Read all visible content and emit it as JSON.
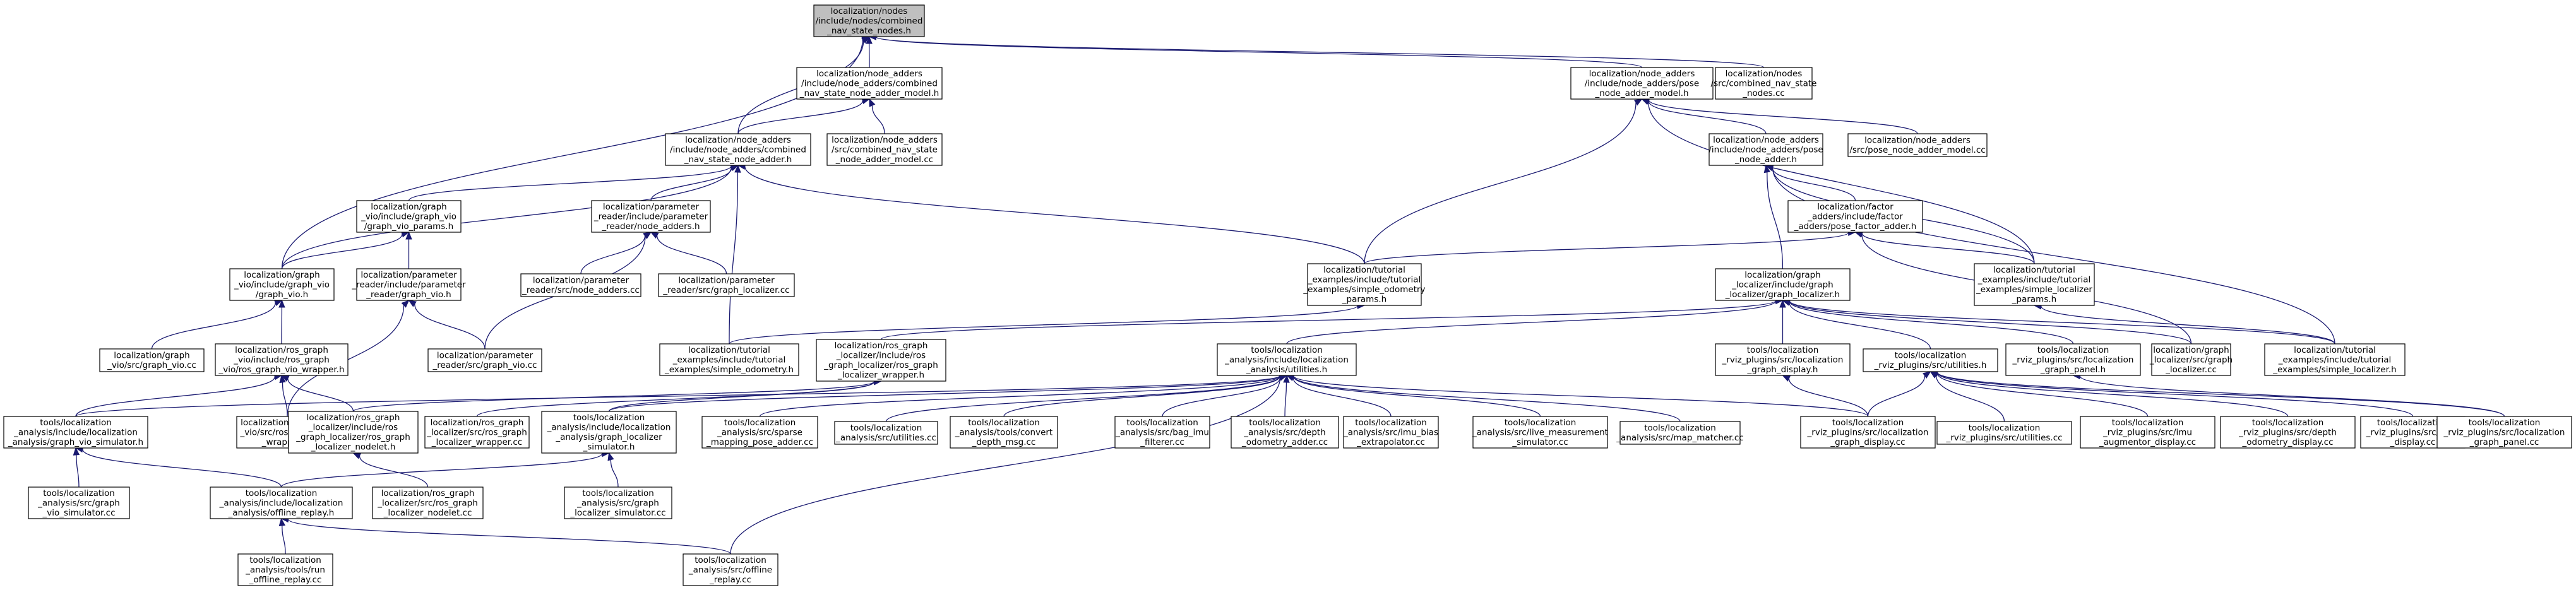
{
  "colors": {
    "node_fill": "#ffffff",
    "root_fill": "#bfbfbf",
    "node_stroke": "#000000",
    "edge": "#191970"
  },
  "nodes": [
    {
      "id": "root",
      "root": true,
      "lines": [
        "localization/nodes",
        "/include/nodes/combined",
        "_nav_state_nodes.h"
      ]
    },
    {
      "id": "cnsna_model",
      "lines": [
        "localization/node_adders",
        "/include/node_adders/combined",
        "_nav_state_node_adder_model.h"
      ]
    },
    {
      "id": "pose_na_model",
      "lines": [
        "localization/node_adders",
        "/include/node_adders/pose",
        "_node_adder_model.h"
      ]
    },
    {
      "id": "cns_nodes_cc",
      "lines": [
        "localization/nodes",
        "/src/combined_nav_state",
        "_nodes.cc"
      ]
    },
    {
      "id": "cnsna",
      "lines": [
        "localization/node_adders",
        "/include/node_adders/combined",
        "_nav_state_node_adder.h"
      ]
    },
    {
      "id": "cnsna_model_cc",
      "lines": [
        "localization/node_adders",
        "/src/combined_nav_state",
        "_node_adder_model.cc"
      ]
    },
    {
      "id": "pose_na",
      "lines": [
        "localization/node_adders",
        "/include/node_adders/pose",
        "_node_adder.h"
      ]
    },
    {
      "id": "pose_na_model_cc",
      "lines": [
        "localization/node_adders",
        "/src/pose_node_adder_model.cc"
      ]
    },
    {
      "id": "gv_params",
      "lines": [
        "localization/graph",
        "_vio/include/graph_vio",
        "/graph_vio_params.h"
      ]
    },
    {
      "id": "pr_na",
      "lines": [
        "localization/parameter",
        "_reader/include/parameter",
        "_reader/node_adders.h"
      ]
    },
    {
      "id": "pose_fa",
      "lines": [
        "localization/factor",
        "_adders/include/factor",
        "_adders/pose_factor_adder.h"
      ]
    },
    {
      "id": "graph_vio",
      "lines": [
        "localization/graph",
        "_vio/include/graph_vio",
        "/graph_vio.h"
      ]
    },
    {
      "id": "pr_gv",
      "lines": [
        "localization/parameter",
        "_reader/include/parameter",
        "_reader/graph_vio.h"
      ]
    },
    {
      "id": "pr_na_cc",
      "lines": [
        "localization/parameter",
        "_reader/src/node_adders.cc"
      ]
    },
    {
      "id": "pr_gl_cc",
      "lines": [
        "localization/parameter",
        "_reader/src/graph_localizer.cc"
      ]
    },
    {
      "id": "tut_sop",
      "lines": [
        "localization/tutorial",
        "_examples/include/tutorial",
        "_examples/simple_odometry",
        "_params.h"
      ]
    },
    {
      "id": "gl",
      "lines": [
        "localization/graph",
        "_localizer/include/graph",
        "_localizer/graph_localizer.h"
      ]
    },
    {
      "id": "tut_slp",
      "lines": [
        "localization/tutorial",
        "_examples/include/tutorial",
        "_examples/simple_localizer",
        "_params.h"
      ]
    },
    {
      "id": "gv_cc",
      "lines": [
        "localization/graph",
        "_vio/src/graph_vio.cc"
      ]
    },
    {
      "id": "rgv_wrapper",
      "lines": [
        "localization/ros_graph",
        "_vio/include/ros_graph",
        "_vio/ros_graph_vio_wrapper.h"
      ]
    },
    {
      "id": "pr_gv_cc",
      "lines": [
        "localization/parameter",
        "_reader/src/graph_vio.cc"
      ]
    },
    {
      "id": "tut_so",
      "lines": [
        "localization/tutorial",
        "_examples/include/tutorial",
        "_examples/simple_odometry.h"
      ]
    },
    {
      "id": "rgl_wrapper",
      "lines": [
        "localization/ros_graph",
        "_localizer/include/ros",
        "_graph_localizer/ros_graph",
        "_localizer_wrapper.h"
      ]
    },
    {
      "id": "utilities",
      "lines": [
        "tools/localization",
        "_analysis/include/localization",
        "_analysis/utilities.h"
      ]
    },
    {
      "id": "rviz_gd_h",
      "lines": [
        "tools/localization",
        "_rviz_plugins/src/localization",
        "_graph_display.h"
      ]
    },
    {
      "id": "rviz_util_h",
      "lines": [
        "tools/localization",
        "_rviz_plugins/src/utilities.h"
      ]
    },
    {
      "id": "rviz_gp_h",
      "lines": [
        "tools/localization",
        "_rviz_plugins/src/localization",
        "_graph_panel.h"
      ]
    },
    {
      "id": "gl_cc",
      "lines": [
        "localization/graph",
        "_localizer/src/graph",
        "_localizer.cc"
      ]
    },
    {
      "id": "tut_sl",
      "lines": [
        "localization/tutorial",
        "_examples/include/tutorial",
        "_examples/simple_localizer.h"
      ]
    },
    {
      "id": "gvsim_h",
      "lines": [
        "tools/localization",
        "_analysis/include/localization",
        "_analysis/graph_vio_simulator.h"
      ]
    },
    {
      "id": "rgv_wrapper_cc",
      "lines": [
        "localization/ros_graph",
        "_vio/src/ros_graph_vio",
        "_wrapper.cc"
      ]
    },
    {
      "id": "rgl_nodelet_h",
      "lines": [
        "localization/ros_graph",
        "_localizer/include/ros",
        "_graph_localizer/ros_graph",
        "_localizer_nodelet.h"
      ]
    },
    {
      "id": "rgl_wrapper_cc",
      "lines": [
        "localization/ros_graph",
        "_localizer/src/ros_graph",
        "_localizer_wrapper.cc"
      ]
    },
    {
      "id": "glsim_h",
      "lines": [
        "tools/localization",
        "_analysis/include/localization",
        "_analysis/graph_localizer",
        "_simulator.h"
      ]
    },
    {
      "id": "smpa_cc",
      "lines": [
        "tools/localization",
        "_analysis/src/sparse",
        "_mapping_pose_adder.cc"
      ]
    },
    {
      "id": "util_cc",
      "lines": [
        "tools/localization",
        "_analysis/src/utilities.cc"
      ]
    },
    {
      "id": "convert_cc",
      "lines": [
        "tools/localization",
        "_analysis/tools/convert",
        "_depth_msg.cc"
      ]
    },
    {
      "id": "bag_imu_cc",
      "lines": [
        "tools/localization",
        "_analysis/src/bag_imu",
        "_filterer.cc"
      ]
    },
    {
      "id": "depth_odom_cc",
      "lines": [
        "tools/localization",
        "_analysis/src/depth",
        "_odometry_adder.cc"
      ]
    },
    {
      "id": "imu_bias_cc",
      "lines": [
        "tools/localization",
        "_analysis/src/imu_bias",
        "_extrapolator.cc"
      ]
    },
    {
      "id": "live_meas_cc",
      "lines": [
        "tools/localization",
        "_analysis/src/live_measurement",
        "_simulator.cc"
      ]
    },
    {
      "id": "map_matcher_cc",
      "lines": [
        "tools/localization",
        "_analysis/src/map_matcher.cc"
      ]
    },
    {
      "id": "rviz_gd_cc",
      "lines": [
        "tools/localization",
        "_rviz_plugins/src/localization",
        "_graph_display.cc"
      ]
    },
    {
      "id": "rviz_util_cc",
      "lines": [
        "tools/localization",
        "_rviz_plugins/src/utilities.cc"
      ]
    },
    {
      "id": "rviz_imu_cc",
      "lines": [
        "tools/localization",
        "_rviz_plugins/src/imu",
        "_augmentor_display.cc"
      ]
    },
    {
      "id": "rviz_depth_cc",
      "lines": [
        "tools/localization",
        "_rviz_plugins/src/depth",
        "_odometry_display.cc"
      ]
    },
    {
      "id": "rviz_pose_cc",
      "lines": [
        "tools/localization",
        "_rviz_plugins/src/pose",
        "_display.cc"
      ]
    },
    {
      "id": "rviz_gp_cc",
      "lines": [
        "tools/localization",
        "_rviz_plugins/src/localization",
        "_graph_panel.cc"
      ]
    },
    {
      "id": "gvsim_cc",
      "lines": [
        "tools/localization",
        "_analysis/src/graph",
        "_vio_simulator.cc"
      ]
    },
    {
      "id": "offline_replay_h",
      "lines": [
        "tools/localization",
        "_analysis/include/localization",
        "_analysis/offline_replay.h"
      ]
    },
    {
      "id": "rgl_nodelet_cc",
      "lines": [
        "localization/ros_graph",
        "_localizer/src/ros_graph",
        "_localizer_nodelet.cc"
      ]
    },
    {
      "id": "glsim_cc",
      "lines": [
        "tools/localization",
        "_analysis/src/graph",
        "_localizer_simulator.cc"
      ]
    },
    {
      "id": "run_replay_cc",
      "lines": [
        "tools/localization",
        "_analysis/tools/run",
        "_offline_replay.cc"
      ]
    },
    {
      "id": "offline_replay_cc",
      "lines": [
        "tools/localization",
        "_analysis/src/offline",
        "_replay.cc"
      ]
    }
  ],
  "edges": [
    [
      "cnsna_model",
      "root"
    ],
    [
      "pose_na_model",
      "root"
    ],
    [
      "cns_nodes_cc",
      "root"
    ],
    [
      "cnsna",
      "root"
    ],
    [
      "graph_vio",
      "root"
    ],
    [
      "cnsna",
      "cnsna_model"
    ],
    [
      "cnsna_model_cc",
      "cnsna_model"
    ],
    [
      "pose_na",
      "pose_na_model"
    ],
    [
      "pose_na_model_cc",
      "pose_na_model"
    ],
    [
      "tut_sop",
      "pose_na_model"
    ],
    [
      "tut_slp",
      "pose_na_model"
    ],
    [
      "gv_params",
      "cnsna"
    ],
    [
      "pr_na",
      "cnsna"
    ],
    [
      "graph_vio",
      "cnsna"
    ],
    [
      "tut_sop",
      "cnsna"
    ],
    [
      "tut_so",
      "cnsna"
    ],
    [
      "pose_fa",
      "pose_na"
    ],
    [
      "gl",
      "pose_na"
    ],
    [
      "tut_slp",
      "pose_na"
    ],
    [
      "tut_sl",
      "pose_na"
    ],
    [
      "graph_vio",
      "gv_params"
    ],
    [
      "pr_gv",
      "gv_params"
    ],
    [
      "pr_na_cc",
      "pr_na"
    ],
    [
      "pr_gl_cc",
      "pr_na"
    ],
    [
      "pr_gv_cc",
      "pr_na"
    ],
    [
      "tut_sop",
      "pose_fa"
    ],
    [
      "tut_slp",
      "pose_fa"
    ],
    [
      "gl_cc",
      "pose_fa"
    ],
    [
      "gv_cc",
      "graph_vio"
    ],
    [
      "rgv_wrapper",
      "graph_vio"
    ],
    [
      "pr_gv_cc",
      "pr_gv"
    ],
    [
      "rgv_wrapper_cc",
      "pr_gv"
    ],
    [
      "tut_so",
      "tut_sop"
    ],
    [
      "rgl_wrapper",
      "gl"
    ],
    [
      "utilities",
      "gl"
    ],
    [
      "rviz_gd_h",
      "gl"
    ],
    [
      "rviz_util_h",
      "gl"
    ],
    [
      "rviz_gp_h",
      "gl"
    ],
    [
      "gl_cc",
      "gl"
    ],
    [
      "tut_sl",
      "gl"
    ],
    [
      "tut_sl",
      "tut_slp"
    ],
    [
      "gvsim_h",
      "rgv_wrapper"
    ],
    [
      "rgv_wrapper_cc",
      "rgv_wrapper"
    ],
    [
      "rgl_nodelet_h",
      "rgv_wrapper"
    ],
    [
      "rgl_nodelet_h",
      "rgl_wrapper"
    ],
    [
      "rgl_wrapper_cc",
      "rgl_wrapper"
    ],
    [
      "glsim_h",
      "rgl_wrapper"
    ],
    [
      "gvsim_h",
      "utilities"
    ],
    [
      "glsim_h",
      "utilities"
    ],
    [
      "smpa_cc",
      "utilities"
    ],
    [
      "util_cc",
      "utilities"
    ],
    [
      "convert_cc",
      "utilities"
    ],
    [
      "bag_imu_cc",
      "utilities"
    ],
    [
      "depth_odom_cc",
      "utilities"
    ],
    [
      "imu_bias_cc",
      "utilities"
    ],
    [
      "live_meas_cc",
      "utilities"
    ],
    [
      "map_matcher_cc",
      "utilities"
    ],
    [
      "rviz_gd_cc",
      "utilities"
    ],
    [
      "offline_replay_cc",
      "utilities"
    ],
    [
      "rviz_gd_cc",
      "rviz_gd_h"
    ],
    [
      "rviz_util_cc",
      "rviz_util_h"
    ],
    [
      "rviz_imu_cc",
      "rviz_util_h"
    ],
    [
      "rviz_depth_cc",
      "rviz_util_h"
    ],
    [
      "rviz_pose_cc",
      "rviz_util_h"
    ],
    [
      "rviz_gp_cc",
      "rviz_util_h"
    ],
    [
      "rviz_gd_cc",
      "rviz_util_h"
    ],
    [
      "rviz_gp_cc",
      "rviz_gp_h"
    ],
    [
      "gvsim_cc",
      "gvsim_h"
    ],
    [
      "offline_replay_h",
      "gvsim_h"
    ],
    [
      "rgl_nodelet_cc",
      "rgl_nodelet_h"
    ],
    [
      "offline_replay_h",
      "glsim_h"
    ],
    [
      "glsim_cc",
      "glsim_h"
    ],
    [
      "run_replay_cc",
      "offline_replay_h"
    ],
    [
      "offline_replay_cc",
      "offline_replay_h"
    ]
  ]
}
